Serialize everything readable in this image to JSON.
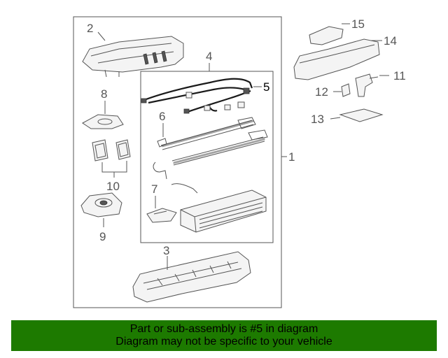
{
  "callouts": {
    "c1": "1",
    "c2": "2",
    "c3": "3",
    "c4": "4",
    "c5": "5",
    "c6": "6",
    "c7": "7",
    "c8": "8",
    "c9": "9",
    "c10": "10",
    "c11": "11",
    "c12": "12",
    "c13": "13",
    "c14": "14",
    "c15": "15"
  },
  "highlighted_part": "5",
  "banner": {
    "line1": "Part or sub-assembly is #5 in diagram",
    "line2": "Diagram may not be specific to your vehicle"
  },
  "colors": {
    "banner_bg": "#1d7a00",
    "line": "#555555",
    "highlight": "#1a1a1a"
  }
}
